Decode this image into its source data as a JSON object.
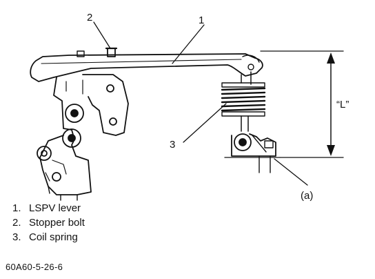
{
  "callouts": {
    "one": "1",
    "two": "2",
    "three": "3",
    "a": "(a)",
    "dimension": "“L”"
  },
  "legend": [
    {
      "number": "1.",
      "text": "LSPV lever"
    },
    {
      "number": "2.",
      "text": "Stopper bolt"
    },
    {
      "number": "3.",
      "text": "Coil spring"
    }
  ],
  "figure_id": "60A60-5-26-6"
}
